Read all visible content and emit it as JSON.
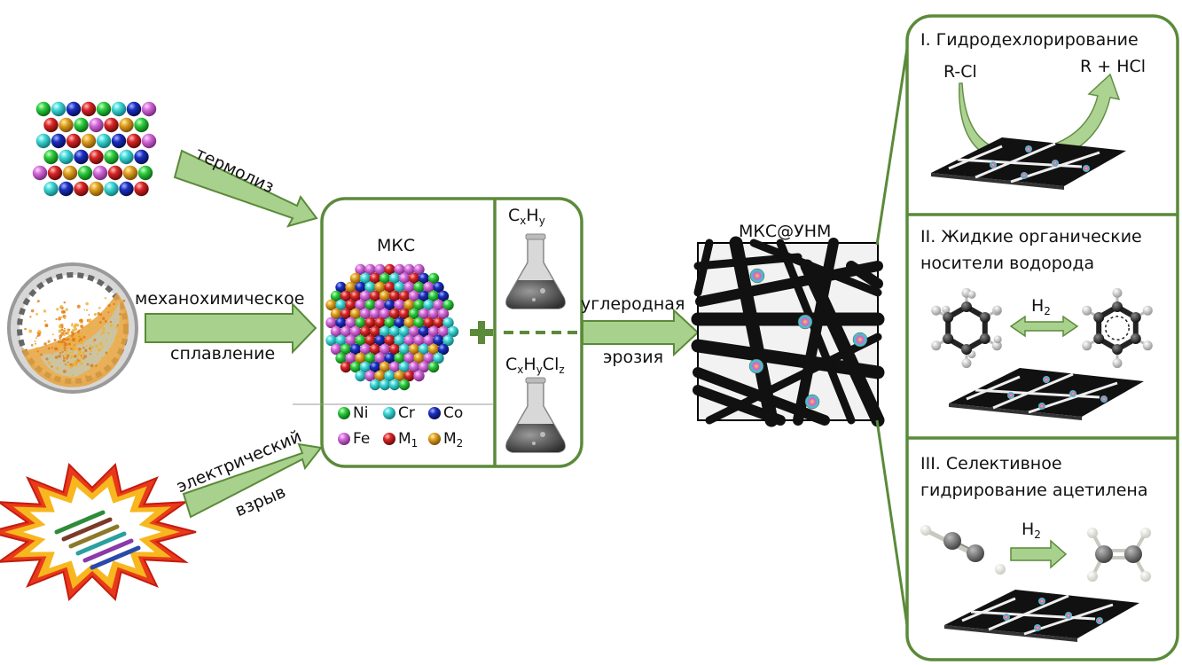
{
  "colors": {
    "frame_green": "#5b8a3a",
    "arrow_fill": "#a9d18e",
    "arrow_stroke": "#5b8a3a",
    "atom_ni": "#2ecc40",
    "atom_cr": "#3fd6d6",
    "atom_co": "#1a2fbf",
    "atom_fe": "#d36ad9",
    "atom_m1": "#d92626",
    "atom_m2": "#e0a020"
  },
  "methods": [
    {
      "label_top": "термолиз",
      "label_bottom": ""
    },
    {
      "label_top": "механохимическое",
      "label_bottom": "сплавление"
    },
    {
      "label_top": "электрический",
      "label_bottom": "взрыв"
    }
  ],
  "mks": {
    "title": "МКС",
    "plus": "+",
    "legend": [
      {
        "symbol": "Ni",
        "sub": ""
      },
      {
        "symbol": "Cr",
        "sub": ""
      },
      {
        "symbol": "Co",
        "sub": ""
      },
      {
        "symbol": "Fe",
        "sub": ""
      },
      {
        "symbol": "M",
        "sub": "1"
      },
      {
        "symbol": "M",
        "sub": "2"
      }
    ]
  },
  "precursors": [
    {
      "formula": [
        [
          "C",
          "x"
        ],
        [
          "H",
          "y"
        ]
      ]
    },
    {
      "formula": [
        [
          "C",
          "x"
        ],
        [
          "H",
          "y"
        ],
        [
          "Cl",
          "z"
        ]
      ]
    }
  ],
  "erosion": {
    "label_top": "углеродная",
    "label_bottom": "эрозия"
  },
  "product": {
    "title": "МКС@УНМ"
  },
  "applications": [
    {
      "title_lines": [
        "I. Гидродехлорирование"
      ],
      "reactant": "R-Cl",
      "product": "R + HCl"
    },
    {
      "title_lines": [
        "II. Жидкие органические",
        "носители водорода"
      ],
      "arrow_label": "H",
      "arrow_sub": "2"
    },
    {
      "title_lines": [
        "III. Селективное",
        "гидрирование ацетилена"
      ],
      "arrow_label": "H",
      "arrow_sub": "2"
    }
  ]
}
